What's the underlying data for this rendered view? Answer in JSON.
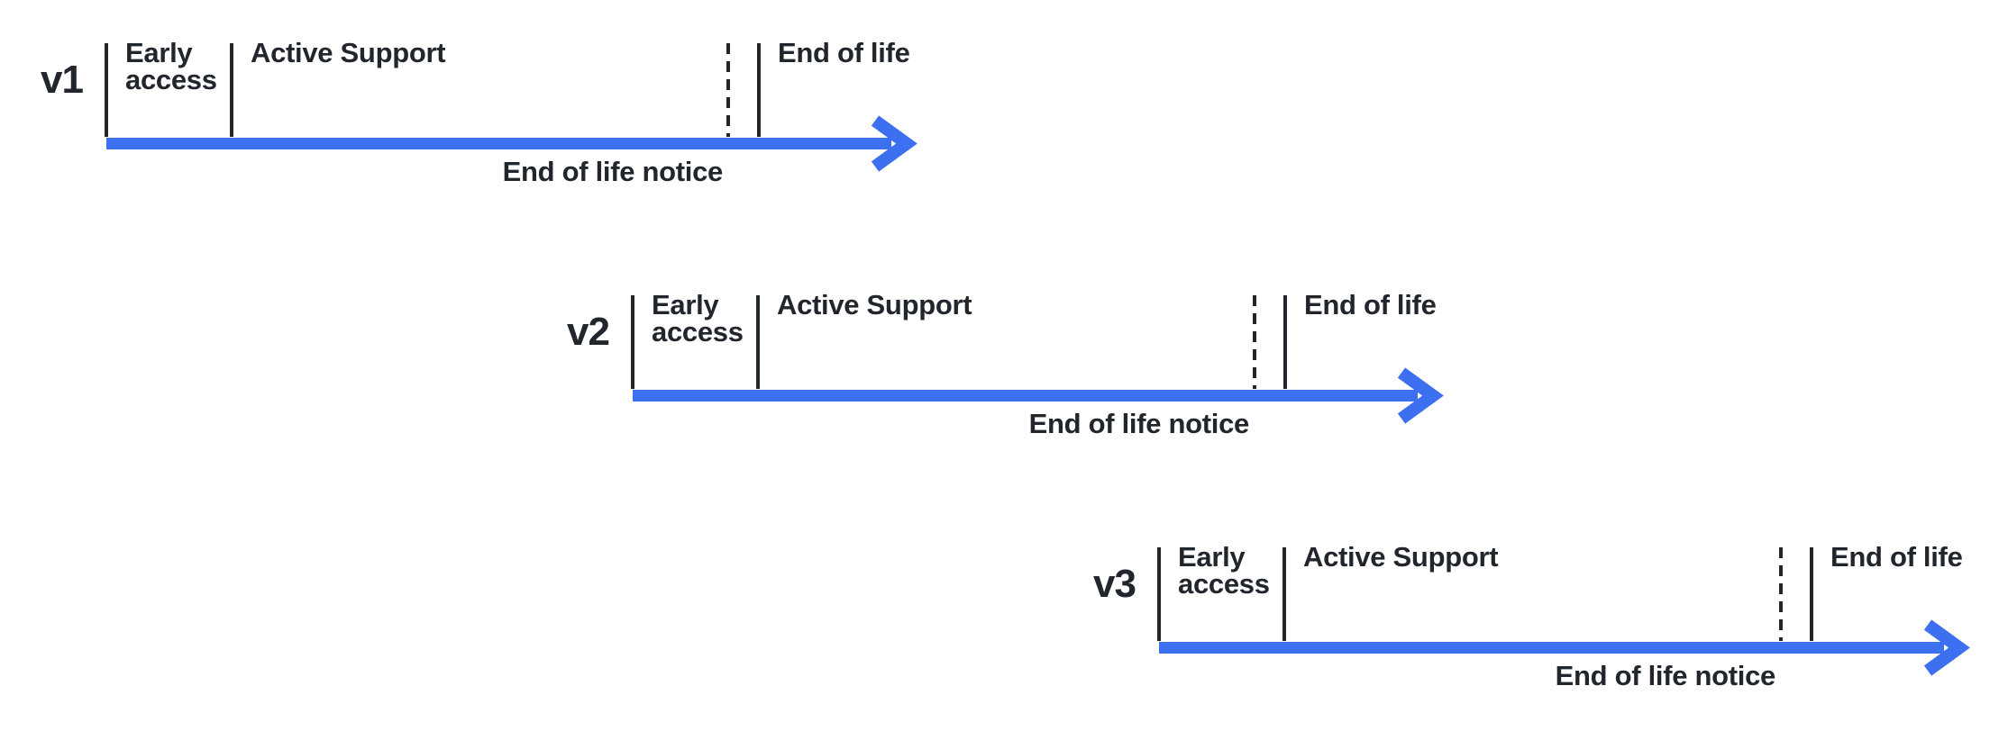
{
  "colors": {
    "arrow_blue": "#3D6FF1",
    "ink": "#21262D"
  },
  "timelines": [
    {
      "version": "v1",
      "early_access": "Early access",
      "active_support": "Active Support",
      "end_of_life": "End of life",
      "end_of_life_notice": "End of life notice"
    },
    {
      "version": "v2",
      "early_access": "Early access",
      "active_support": "Active Support",
      "end_of_life": "End of life",
      "end_of_life_notice": "End of life notice"
    },
    {
      "version": "v3",
      "early_access": "Early access",
      "active_support": "Active Support",
      "end_of_life": "End of life",
      "end_of_life_notice": "End of life notice"
    }
  ]
}
